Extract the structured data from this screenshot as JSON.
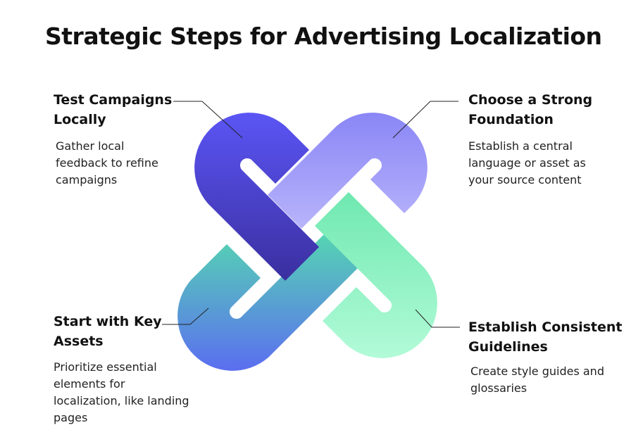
{
  "title": "Strategic Steps for Advertising Localization",
  "steps": [
    {
      "title": "Test Campaigns Locally",
      "description": "Gather local feedback to refine campaigns",
      "color": "#4a43e6"
    },
    {
      "title": "Choose a Strong Foundation",
      "description": "Establish a central language or asset as your source content",
      "color": "#9e98f8"
    },
    {
      "title": "Start with Key Assets",
      "description": "Prioritize essential elements for localization, like landing pages",
      "color": "#4fc8b0"
    },
    {
      "title": "Establish Consistent Guidelines",
      "description": "Create style guides and glossaries",
      "color": "#8ef0c2"
    }
  ]
}
